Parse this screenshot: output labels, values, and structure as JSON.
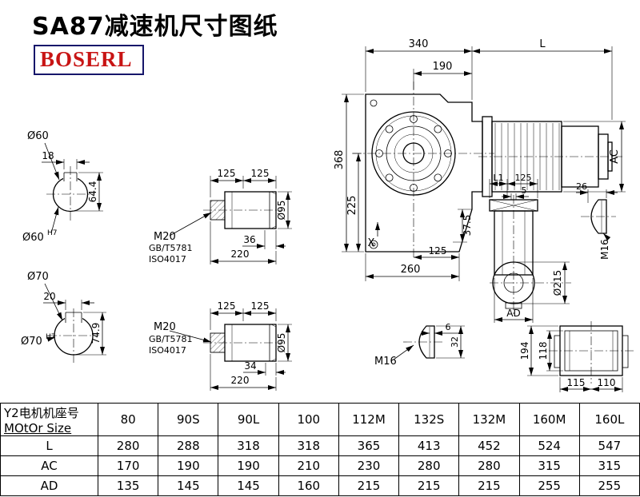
{
  "page": {
    "title": "SA87减速机尺寸图纸",
    "brand": "BOSERL"
  },
  "colors": {
    "background": "#ffffff",
    "line": "#000000",
    "brand_text": "#c81414",
    "brand_border": "#16166a"
  },
  "drawing": {
    "main_view": {
      "dim_340": "340",
      "dim_L": "L",
      "dim_190": "190",
      "dim_368": "368",
      "dim_225": "225",
      "dim_37_5": "37.5",
      "dim_125": "125",
      "dim_260": "260",
      "label_X": "X",
      "dim_AC": "AC"
    },
    "shaft_60_section": {
      "label_diameter": "Ø60",
      "dim_key_width": "18",
      "dim_key_height": "64.4",
      "tolerance_base": "Ø60",
      "tolerance_sup": "H7"
    },
    "shaft_70_section": {
      "label_diameter": "Ø70",
      "dim_key_width": "20",
      "dim_key_height": "74.9",
      "tolerance_base": "Ø70",
      "tolerance_sup": "H7"
    },
    "output_shaft_upper": {
      "dim_125_left": "125",
      "dim_125_right": "125",
      "thread": "M20",
      "standard_1": "GB/T5781",
      "standard_2": "ISO4017",
      "dim_step": "36",
      "dim_length": "220",
      "dim_diameter": "Ø95"
    },
    "output_shaft_lower": {
      "dim_125_left": "125",
      "dim_125_right": "125",
      "thread": "M20",
      "standard_1": "GB/T5781",
      "standard_2": "ISO4017",
      "dim_step": "34",
      "dim_length": "220",
      "dim_diameter": "Ø95"
    },
    "side_view": {
      "dim_L1": "L1",
      "dim_125": "125",
      "dim_5": "5",
      "dim_26": "26",
      "dim_diameter": "Ø215",
      "thread": "M16",
      "dim_AD": "AD"
    },
    "plug_detail": {
      "dim_6": "6",
      "dim_32": "32",
      "thread": "M16"
    },
    "rear_view": {
      "dim_194": "194",
      "dim_118": "118",
      "dim_115": "115",
      "dim_110": "110"
    }
  },
  "table": {
    "header_cn": "Y2电机机座号",
    "header_en": "MOtOr Size",
    "columns": [
      "80",
      "90S",
      "90L",
      "100",
      "112M",
      "132S",
      "132M",
      "160M",
      "160L"
    ],
    "rows": [
      {
        "label": "L",
        "values": [
          "280",
          "288",
          "318",
          "318",
          "365",
          "413",
          "452",
          "524",
          "547"
        ]
      },
      {
        "label": "AC",
        "values": [
          "170",
          "190",
          "190",
          "210",
          "230",
          "280",
          "280",
          "315",
          "315"
        ]
      },
      {
        "label": "AD",
        "values": [
          "135",
          "145",
          "145",
          "160",
          "215",
          "215",
          "215",
          "255",
          "255"
        ]
      }
    ]
  }
}
